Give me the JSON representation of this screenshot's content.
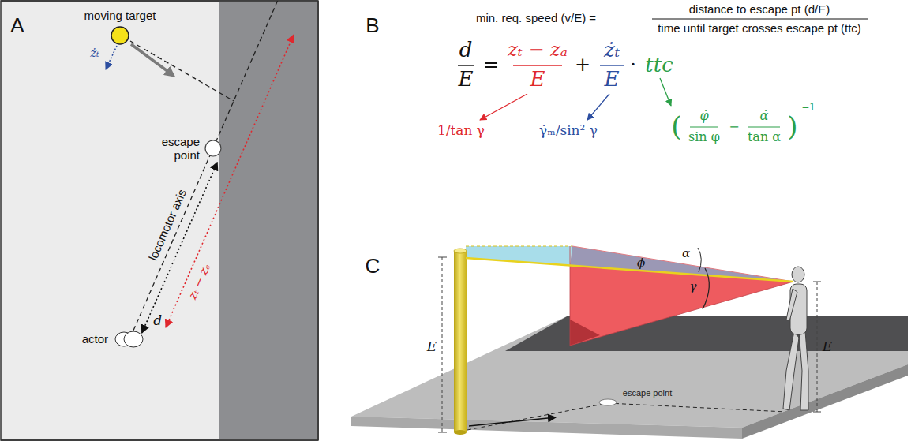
{
  "diagram": {
    "nodes": [
      {
        "text": [
          "moving target"
        ]
      },
      {
        "text": [
          "escape point"
        ]
      },
      {
        "text": [
          "actor"
        ]
      }
    ],
    "edges": [
      {
        "from": 2,
        "to": 1,
        "arrow": "both",
        "label": "d"
      }
    ],
    "labels": [
      "A",
      "żₜ",
      "locomotor axis",
      "zₜ − zₐ",
      "B",
      "min. req. speed (v/E) =",
      "distance to escape pt (d/E)",
      "time until target crosses escape pt (ttc)",
      "d",
      "E",
      "=",
      "zₜ − zₐ",
      "E",
      "+",
      "żₜ",
      "E",
      "·",
      "ttc",
      "1/tan γ",
      "γ̇ₘ/sin² γ",
      "(",
      "φ̇",
      "sin φ",
      "−",
      "α̇",
      "tan α",
      ")",
      "−1",
      "C",
      "E",
      "E",
      "ϕ",
      "α",
      "γ",
      "escape point"
    ]
  }
}
